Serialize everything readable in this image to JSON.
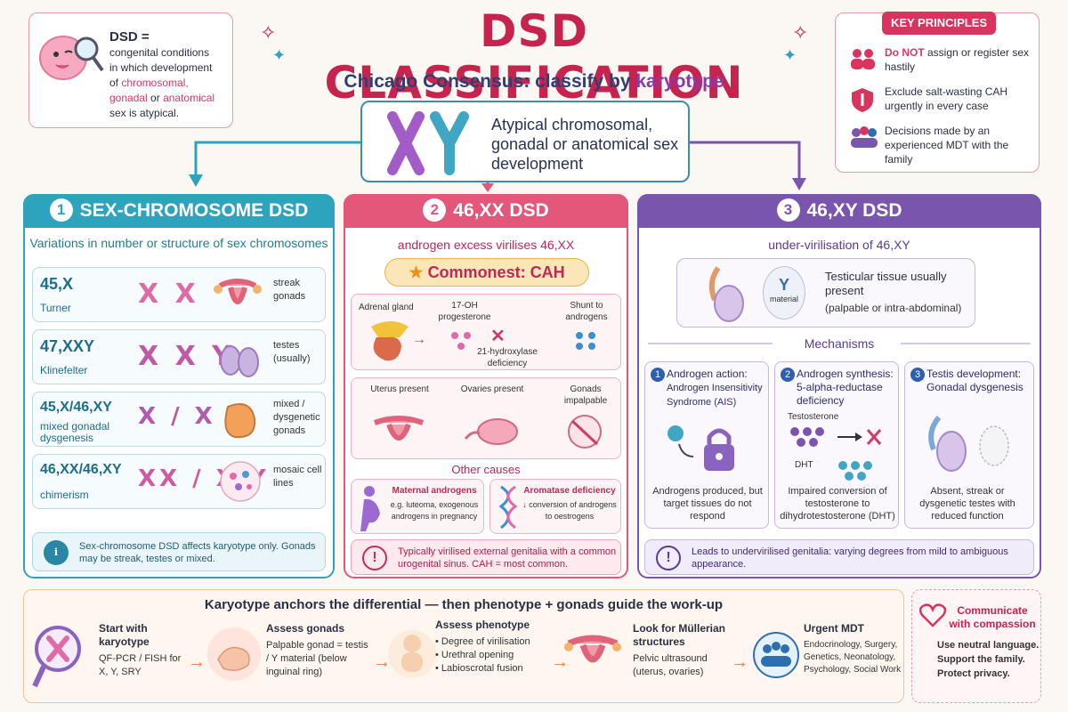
{
  "definition": {
    "lead": "DSD =",
    "line1": "congenital conditions",
    "line2": "in which development",
    "of": "of ",
    "chromosomal": "chromosomal,",
    "gonadal": "gonadal",
    "or": " or ",
    "anatomical": "anatomical",
    "tail": "sex is atypical."
  },
  "header": {
    "title": "DSD CLASSIFICATION",
    "subtitle_prefix": "Chicago Consensus: classify by ",
    "subtitle_keyword": "karyotype"
  },
  "center": {
    "text": "Atypical chromosomal, gonadal or anatomical sex development"
  },
  "key_principles": {
    "title": "KEY PRINCIPLES",
    "items": [
      {
        "bold": "Do NOT",
        "text": " assign or register sex hastily"
      },
      {
        "bold": "",
        "text": "Exclude salt-wasting CAH urgently in every case"
      },
      {
        "bold": "",
        "text": "Decisions made by an experienced MDT with the family"
      }
    ]
  },
  "col1": {
    "number": "1",
    "title": "SEX-CHROMOSOME DSD",
    "subtitle": "Variations in number or structure of sex chromosomes",
    "rows": [
      {
        "karyotype": "45,X",
        "name": "Turner",
        "chrom": "X X",
        "gonads": "streak gonads"
      },
      {
        "karyotype": "47,XXY",
        "name": "Klinefelter",
        "chrom": "X X Y",
        "gonads": "testes (usually)"
      },
      {
        "karyotype": "45,X/46,XY",
        "name": "mixed gonadal dysgenesis",
        "chrom": "X / X Y",
        "gonads": "mixed / dysgenetic gonads"
      },
      {
        "karyotype": "46,XX/46,XY",
        "name": "chimerism",
        "chrom": "XX / X Y",
        "gonads": "mosaic cell lines"
      }
    ],
    "info": "Sex-chromosome DSD affects karyotype only. Gonads may be streak, testes or mixed."
  },
  "col2": {
    "number": "2",
    "title": "46,XX DSD",
    "subtitle": "androgen excess virilises 46,XX",
    "commonest": "Commonest: CAH",
    "pathway": {
      "adrenal": "Adrenal gland",
      "ohp": "17-OH progesterone",
      "shunt": "Shunt to androgens",
      "deficiency": "21-hydroxylase deficiency"
    },
    "anatomy": {
      "uterus": "Uterus present",
      "ovaries": "Ovaries present",
      "gonads": "Gonads impalpable"
    },
    "other_title": "Other causes",
    "other": [
      {
        "title": "Maternal androgens",
        "text": "e.g. luteoma, exogenous androgens in pregnancy"
      },
      {
        "title": "Aromatase deficiency",
        "text": "↓ conversion of androgens to oestrogens"
      }
    ],
    "warning": "Typically virilised external genitalia with a common urogenital sinus. CAH = most common."
  },
  "col3": {
    "number": "3",
    "title": "46,XY DSD",
    "subtitle": "under-virilisation of 46,XY",
    "testis": {
      "y": "Y",
      "material": "material",
      "title": "Testicular tissue usually present",
      "sub": "(palpable or intra-abdominal)"
    },
    "mech_title": "Mechanisms",
    "mechanisms": [
      {
        "num": "1",
        "title": "Androgen action:",
        "sub": "Androgen Insensitivity Syndrome (AIS)",
        "body": "Androgens produced, but target tissues do not respond"
      },
      {
        "num": "2",
        "title": "Androgen synthesis: 5-alpha-reductase deficiency",
        "sub": "",
        "body": "Impaired conversion of testosterone to dihydrotestosterone (DHT)"
      },
      {
        "num": "3",
        "title": "Testis development:",
        "sub": "Gonadal dysgenesis",
        "body": "Absent, streak or dysgenetic testes with reduced function"
      }
    ],
    "m2_labels": {
      "testosterone": "Testosterone",
      "dht": "DHT"
    },
    "warning": "Leads to undervirilised genitalia: varying degrees from mild to ambiguous appearance."
  },
  "bottom": {
    "title": "Karyotype anchors the differential — then phenotype + gonads guide the work-up",
    "steps": [
      {
        "title": "Start with karyotype",
        "text": "QF-PCR / FISH for X, Y, SRY"
      },
      {
        "title": "Assess gonads",
        "text": "Palpable gonad = testis / Y material (below inguinal ring)"
      },
      {
        "title": "Assess phenotype",
        "bullets": [
          "• Degree of virilisation",
          "• Urethral opening",
          "• Labioscrotal fusion"
        ]
      },
      {
        "title": "Look for Müllerian structures",
        "text": "Pelvic ultrasound (uterus, ovaries)"
      },
      {
        "title": "Urgent MDT",
        "text": "Endocrinology, Surgery, Genetics, Neonatology, Psychology, Social Work"
      }
    ]
  },
  "communicate": {
    "title": "Communicate with compassion",
    "lines": [
      "Use neutral language.",
      "Support the family.",
      "Protect privacy."
    ]
  },
  "colors": {
    "teal": "#2ea3bd",
    "pink": "#e3577a",
    "purple": "#7a55ad",
    "title": "#c6244f"
  }
}
